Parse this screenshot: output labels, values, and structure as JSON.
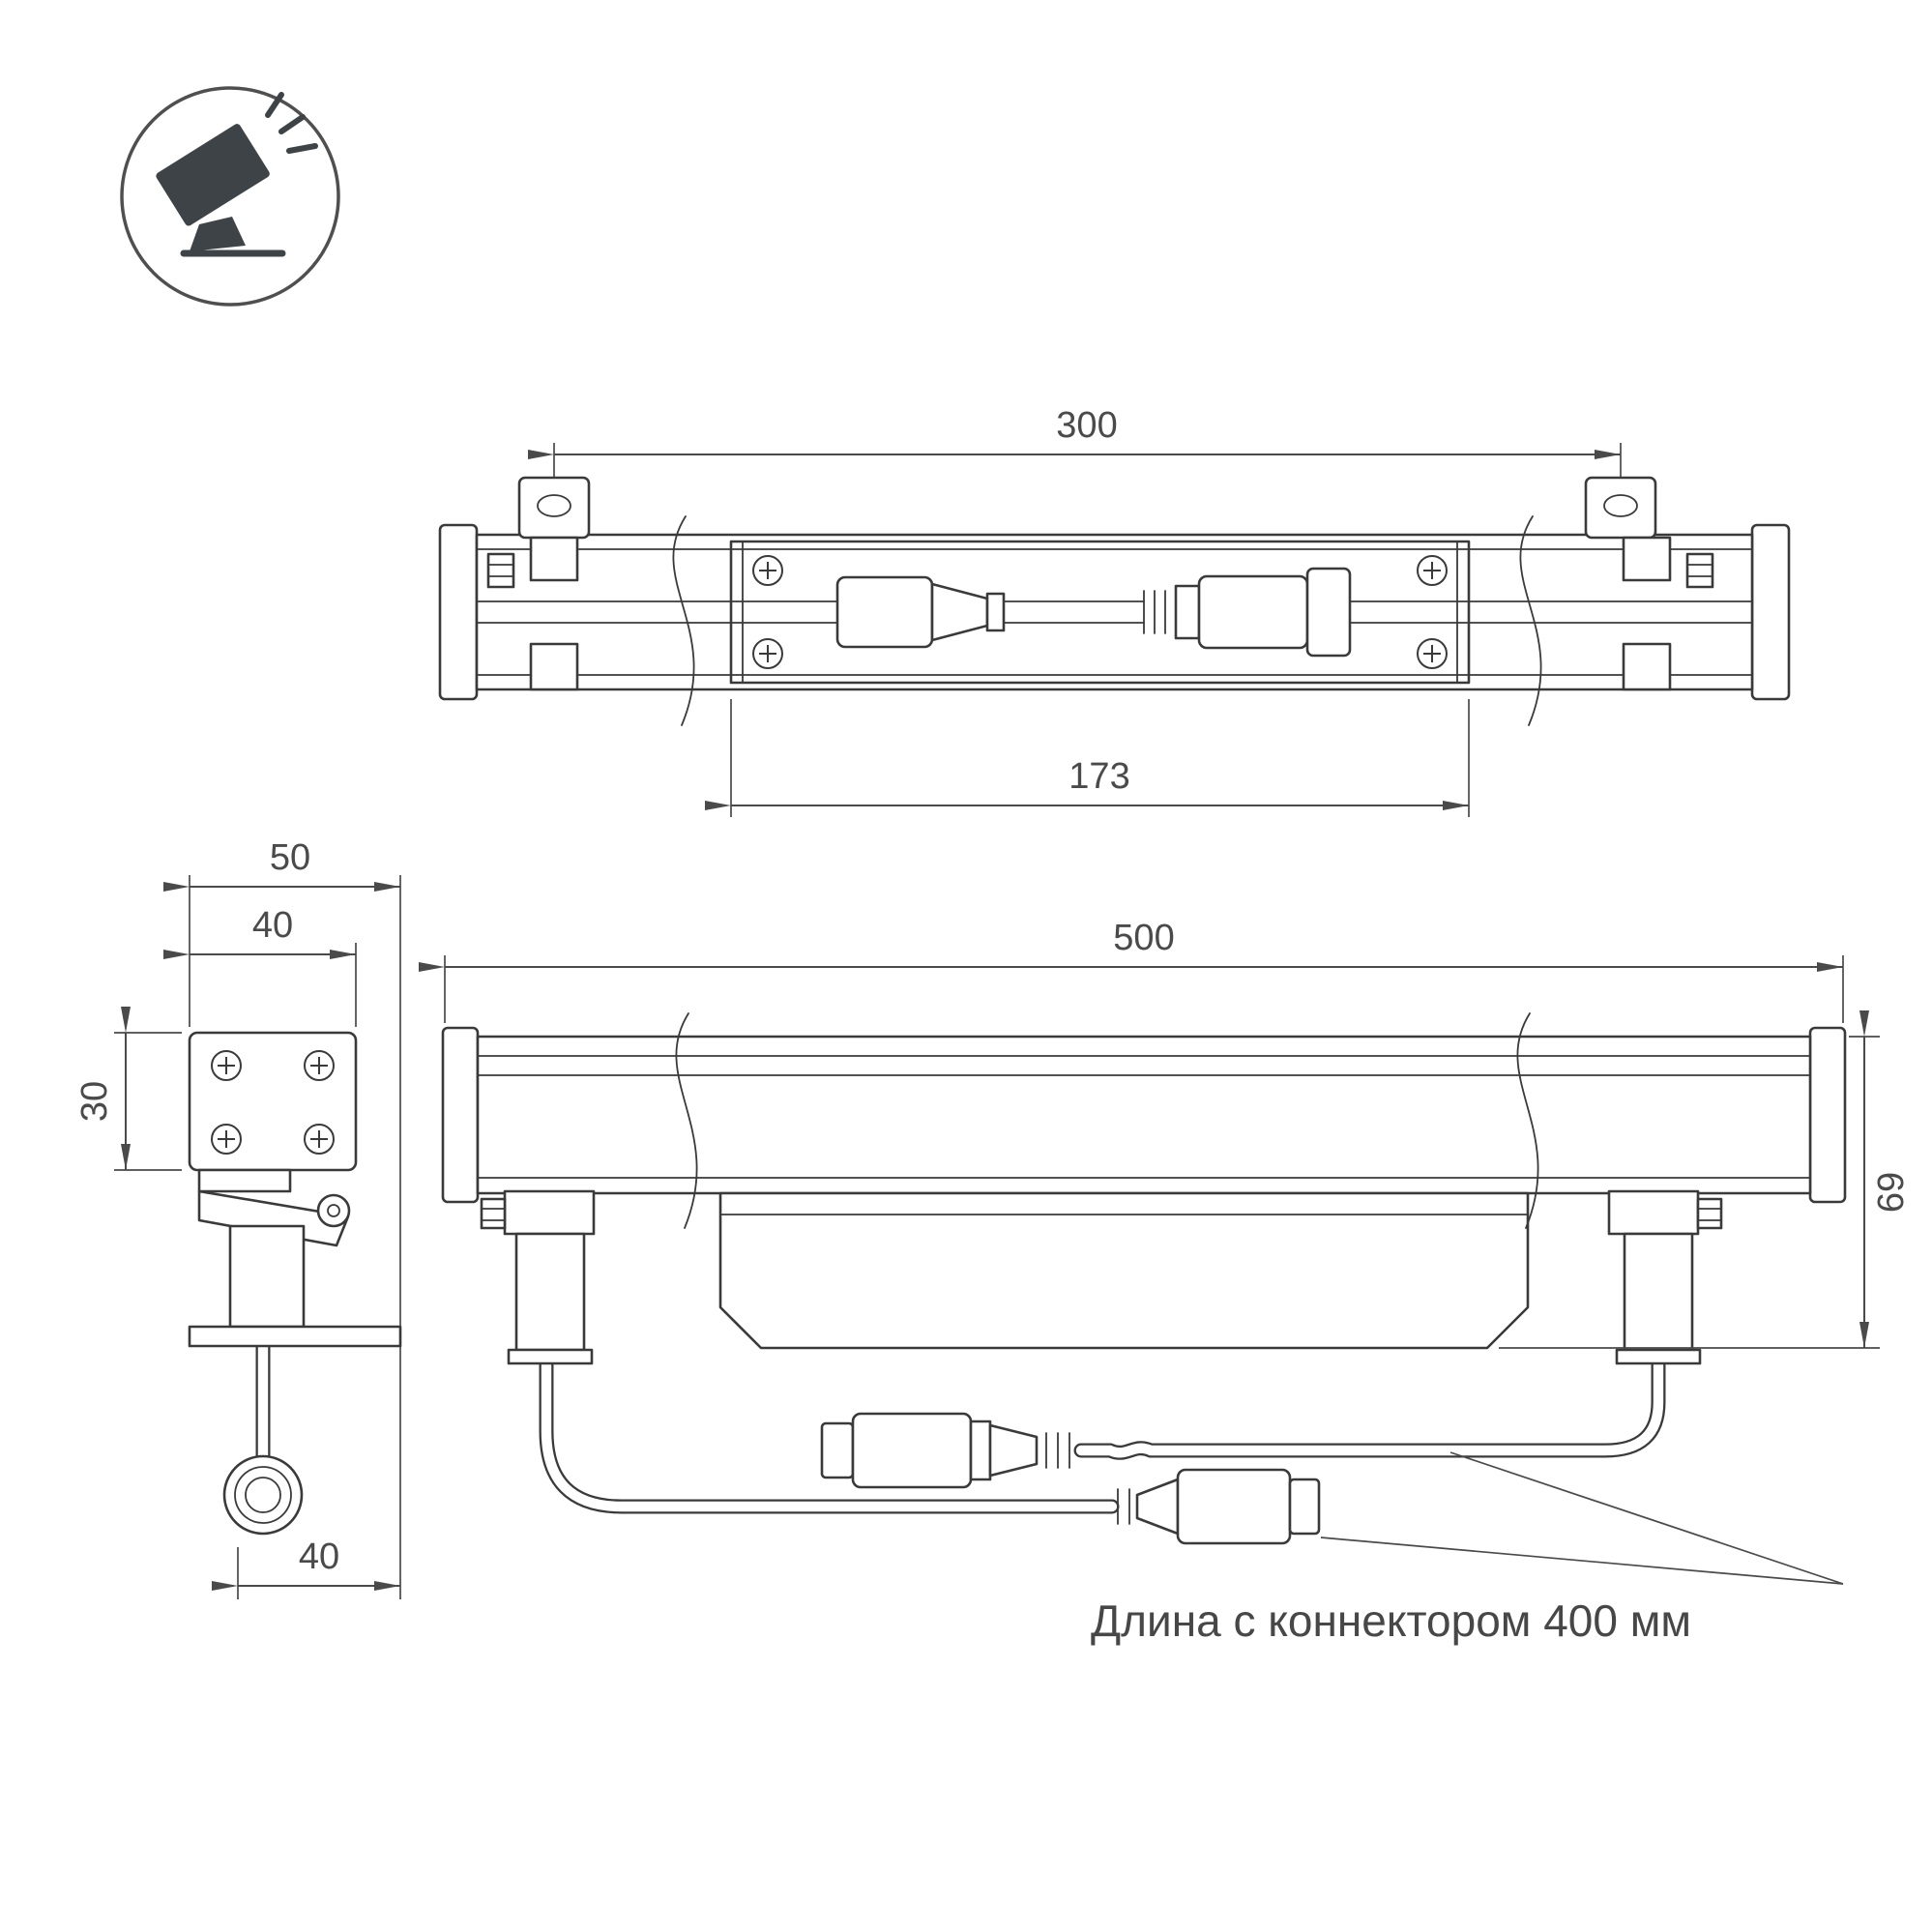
{
  "icon": {
    "name": "floodlight-icon"
  },
  "dims": {
    "top_overall": "300",
    "top_inner": "173",
    "side_overall_width": "50",
    "side_body_width": "40",
    "side_body_height": "30",
    "side_bottom_width": "40",
    "front_length": "500",
    "front_height": "69"
  },
  "annotation": {
    "cable_note": "Длина с коннектором 400 мм"
  },
  "colors": {
    "line": "#3a3a3a",
    "dimension": "#4a4a4a",
    "background": "#ffffff"
  }
}
